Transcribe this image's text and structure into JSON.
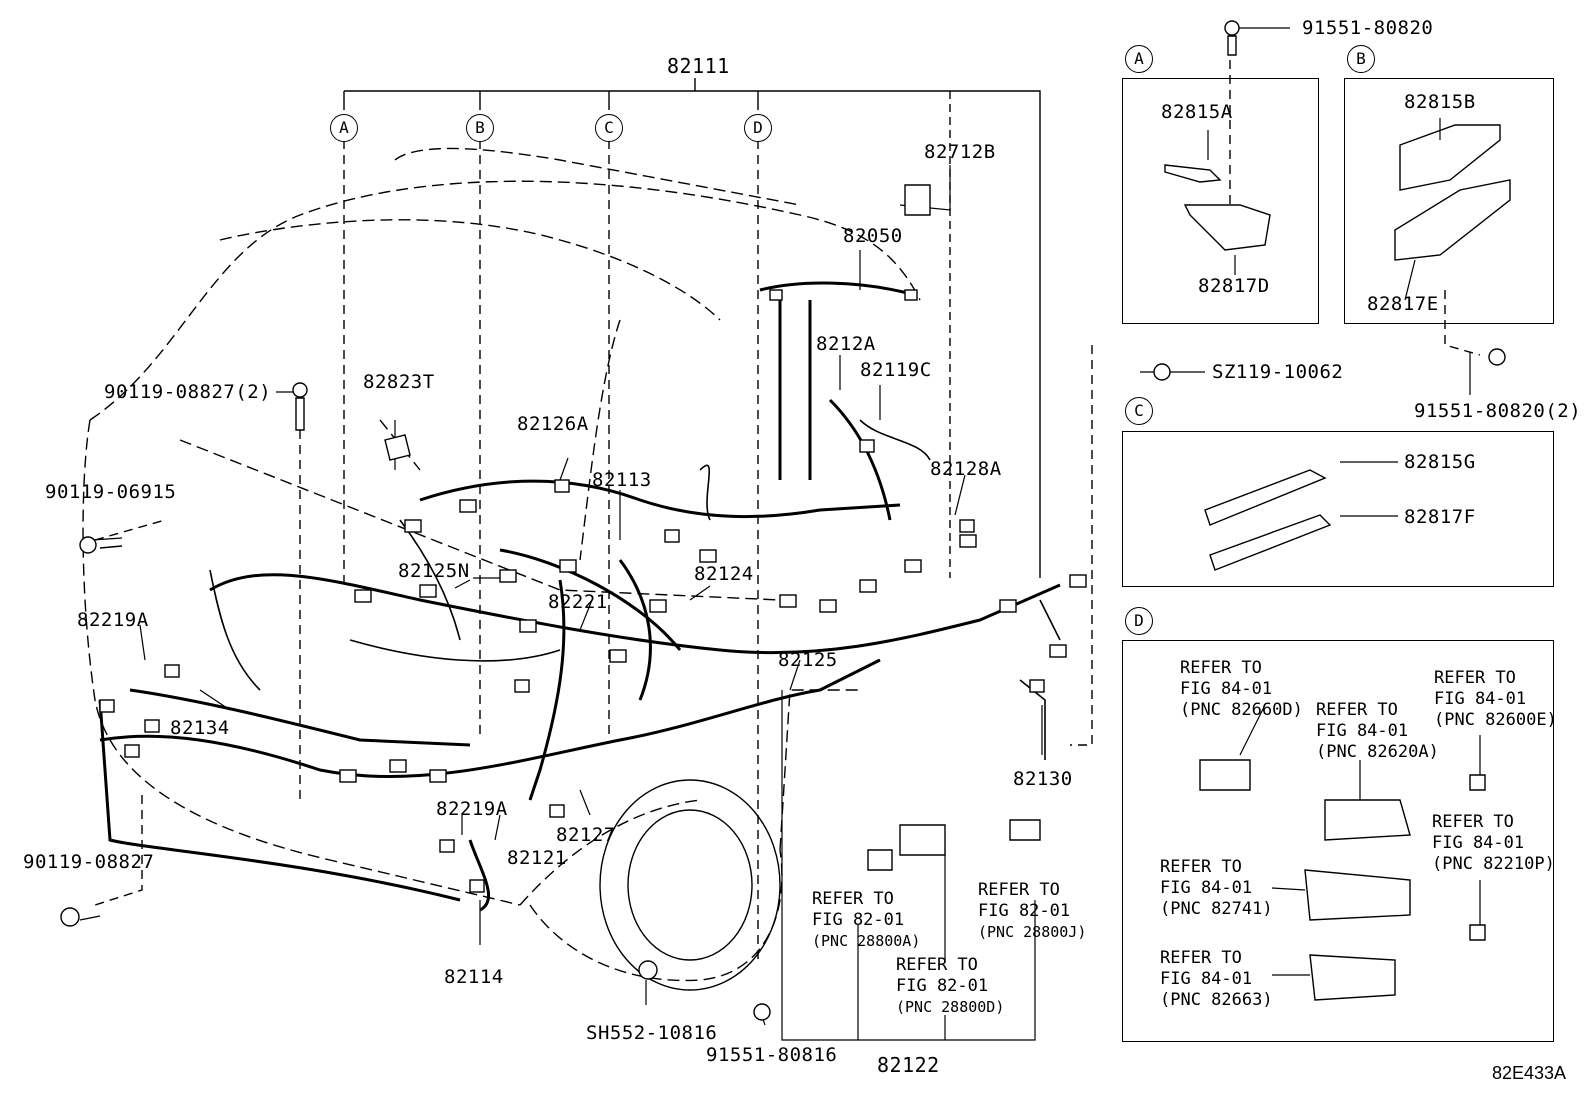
{
  "drawing_id": "82E433A",
  "callouts": {
    "a": "A",
    "b": "B",
    "c": "C",
    "d": "D"
  },
  "parts": {
    "p82111": "82111",
    "p82712B": "82712B",
    "p82050": "82050",
    "p8212A": "8212A",
    "p82119C": "82119C",
    "p82823T": "82823T",
    "p82126A": "82126A",
    "p82113": "82113",
    "p82128A": "82128A",
    "p82125N": "82125N",
    "p82124": "82124",
    "p82221": "82221",
    "p82219A_top": "82219A",
    "p82125": "82125",
    "p82134": "82134",
    "p82130": "82130",
    "p82219A_bottom": "82219A",
    "p82121": "82121",
    "p82127": "82127",
    "p82114": "82114",
    "p82122": "82122",
    "f90119_08827_2": "90119-08827(2)",
    "f90119_06915": "90119-06915",
    "f90119_08827": "90119-08827",
    "fSH552_10816": "SH552-10816",
    "f91551_80816": "91551-80816",
    "f91551_80820_top": "91551-80820",
    "fSZ119_10062": "SZ119-10062",
    "f91551_80820_2": "91551-80820(2)",
    "p82815A": "82815A",
    "p82817D": "82817D",
    "p82815B": "82815B",
    "p82817E": "82817E",
    "p82815G": "82815G",
    "p82817F": "82817F"
  },
  "refs": {
    "r28800A": {
      "l1": "REFER TO",
      "l2": "FIG 82-01",
      "l3": "(PNC 28800A)"
    },
    "r28800D": {
      "l1": "REFER TO",
      "l2": "FIG 82-01",
      "l3": "(PNC 28800D)"
    },
    "r28800J": {
      "l1": "REFER TO",
      "l2": "FIG 82-01",
      "l3": "(PNC 28800J)"
    },
    "r82660D": {
      "l1": "REFER TO",
      "l2": "FIG 84-01",
      "l3": "(PNC 82660D)"
    },
    "r82620A": {
      "l1": "REFER TO",
      "l2": "FIG 84-01",
      "l3": "(PNC 82620A)"
    },
    "r82600E": {
      "l1": "REFER TO",
      "l2": "FIG 84-01",
      "l3": "(PNC 82600E)"
    },
    "r82210P": {
      "l1": "REFER TO",
      "l2": "FIG 84-01",
      "l3": "(PNC 82210P)"
    },
    "r82741": {
      "l1": "REFER TO",
      "l2": "FIG 84-01",
      "l3": "(PNC 82741)"
    },
    "r82663": {
      "l1": "REFER TO",
      "l2": "FIG 84-01",
      "l3": "(PNC 82663)"
    }
  }
}
